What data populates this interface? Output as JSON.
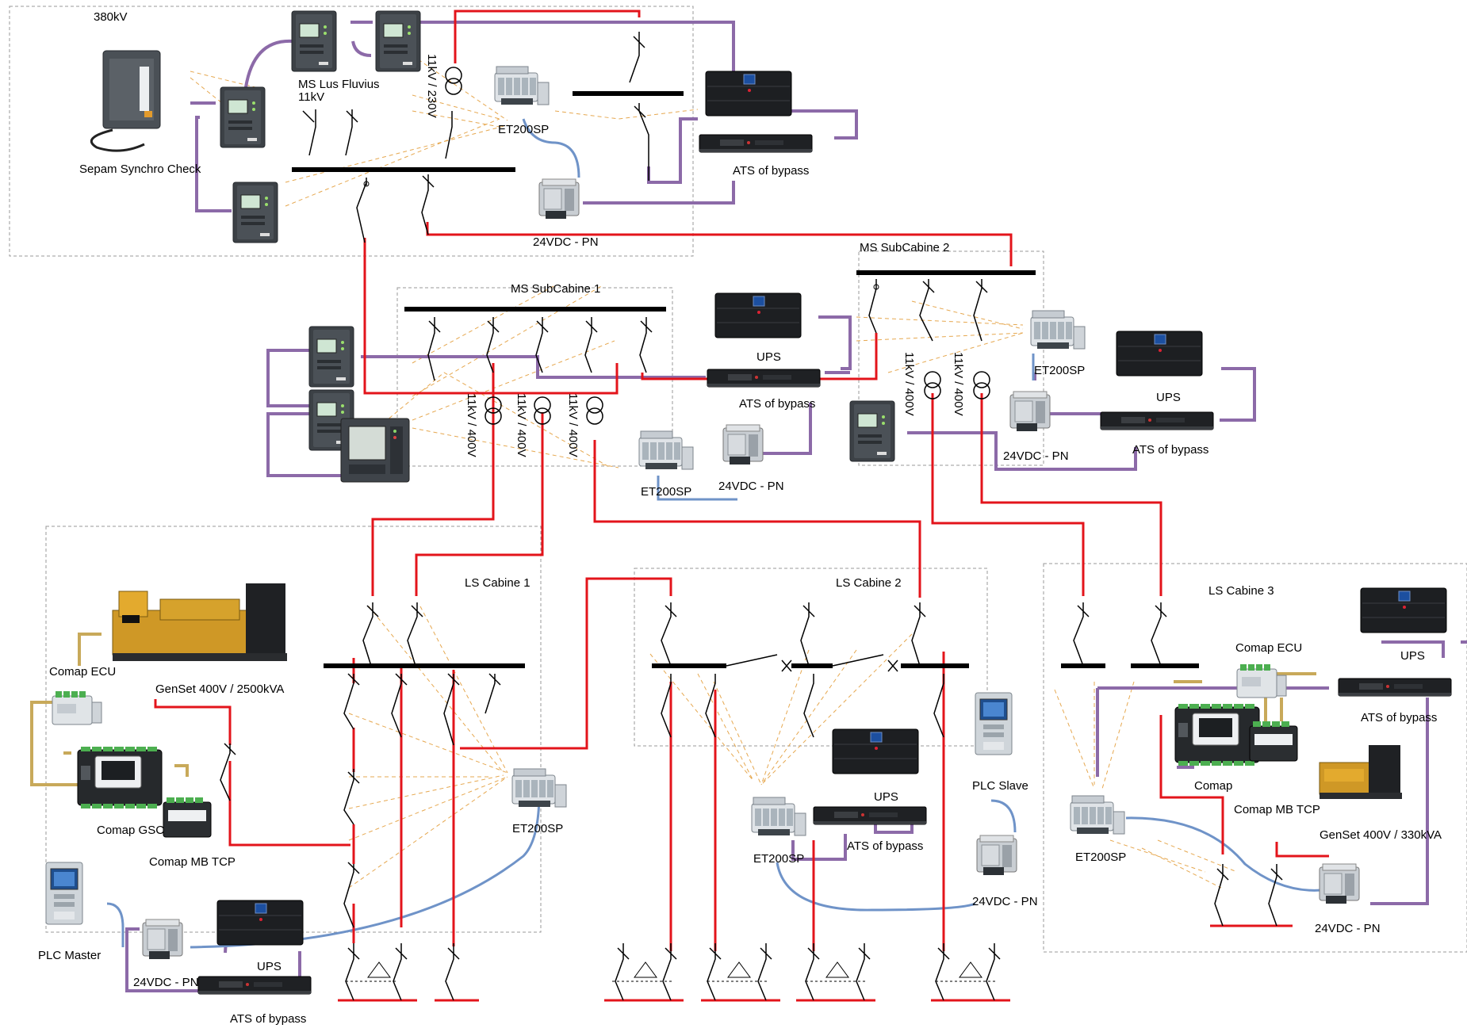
{
  "labels": {
    "hv": "380kV",
    "sepam": "Sepam Synchro Check",
    "ms_fluvius_1": "MS Lus Fluvius",
    "ms_fluvius_2": "11kV",
    "tr_11_230": "11kV / 230V",
    "et200sp": "ET200SP",
    "psu": "24VDC - PN",
    "ats": "ATS of bypass",
    "ups": "UPS",
    "ms_sub1": "MS SubCabine 1",
    "ms_sub2": "MS SubCabine 2",
    "tr_11_400": "11kV / 400V",
    "ls1": "LS Cabine 1",
    "ls2": "LS Cabine 2",
    "ls3": "LS Cabine 3",
    "comap_ecu": "Comap ECU",
    "comap_gsc": "Comap GSC",
    "comap_mb": "Comap MB TCP",
    "comap": "Comap",
    "genset_big": "GenSet 400V / 2500kVA",
    "genset_small": "GenSet 400V / 330kVA",
    "plc_master": "PLC Master",
    "plc_slave": "PLC Slave"
  },
  "colors": {
    "power": "#e3141b",
    "busbar": "#000000",
    "control": "#8c6aa8",
    "signal": "#e6a850",
    "comm": "#6f93c8",
    "aux": "#c8a95a",
    "frame": "#999999"
  }
}
